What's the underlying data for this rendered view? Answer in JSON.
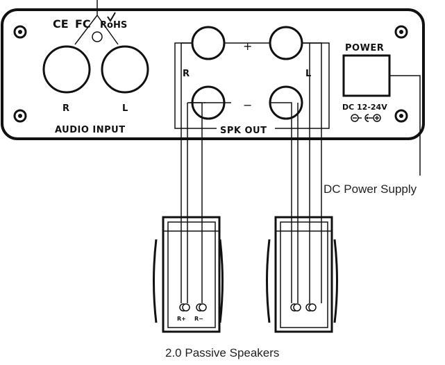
{
  "panel": {
    "certifications": {
      "ce": "CE",
      "fcc": "FC",
      "rohs": "RoHS"
    },
    "audio_input": {
      "label": "AUDIO INPUT",
      "r": "R",
      "l": "L"
    },
    "speaker_out": {
      "label": "SPK OUT",
      "r": "R",
      "l": "L",
      "plus": "+",
      "minus": "−"
    },
    "power": {
      "label": "POWER",
      "spec": "DC 12-24V"
    }
  },
  "annotations": {
    "power_supply": "DC Power Supply",
    "speakers": "2.0 Passive Speakers",
    "terminal_plus": "R+",
    "terminal_minus": "R−"
  }
}
